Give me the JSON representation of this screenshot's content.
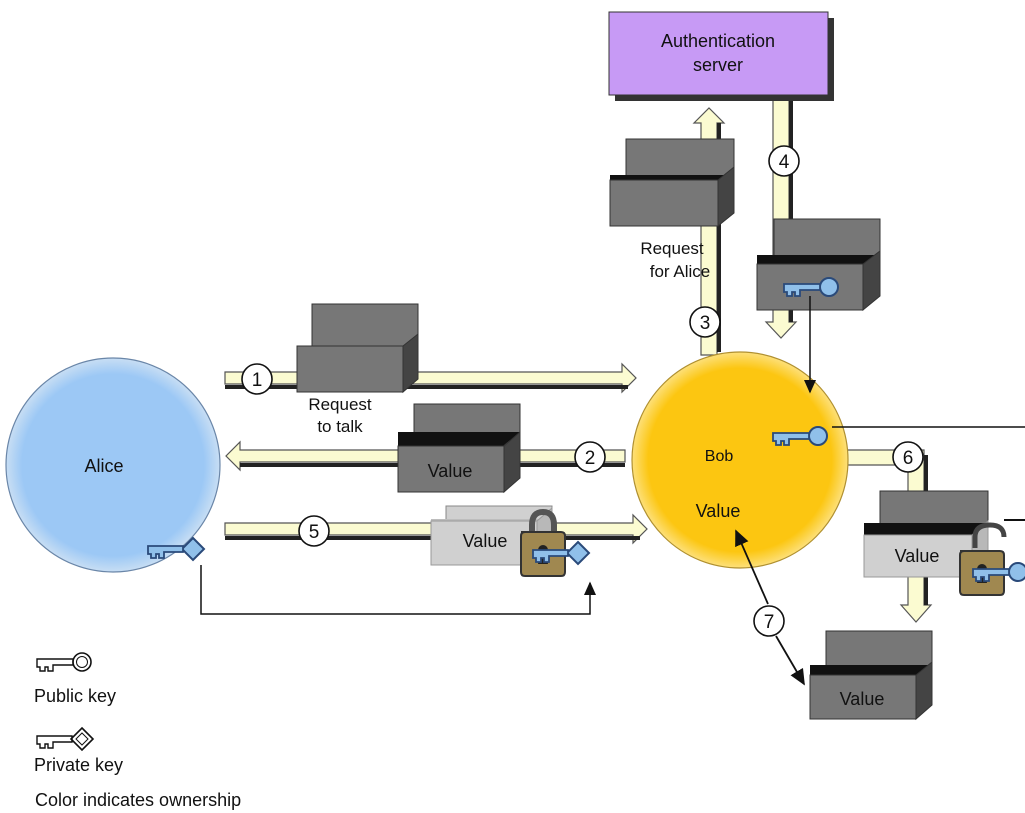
{
  "server": {
    "label_line1": "Authentication",
    "label_line2": "server"
  },
  "alice": {
    "label": "Alice"
  },
  "bob": {
    "label": "Bob",
    "value_label": "Value"
  },
  "steps": [
    "1",
    "2",
    "3",
    "4",
    "5",
    "6",
    "7"
  ],
  "messages": {
    "request_to_talk_line1": "Request",
    "request_to_talk_line2": "to talk",
    "request_for_alice_line1": "Request",
    "request_for_alice_line2": "for Alice",
    "value": "Value"
  },
  "legend": {
    "public_key": "Public key",
    "private_key": "Private key",
    "ownership_note": "Color indicates ownership"
  },
  "colors": {
    "alice": "#9cc8f5",
    "bob": "#fcc611",
    "server": "#c79af5",
    "arrow_fill": "#fbfbd1",
    "box_dark": "#747474",
    "box_light": "#d0d0d0",
    "key_fill": "#90c0ea",
    "lock_fill": "#a08850"
  }
}
